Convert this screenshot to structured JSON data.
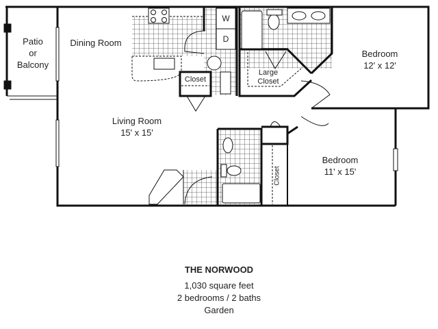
{
  "plan": {
    "rooms": {
      "patio": {
        "name": "Patio\nor\nBalcony",
        "line1": "Patio",
        "line2": "or",
        "line3": "Balcony"
      },
      "dining": {
        "name": "Dining Room"
      },
      "living": {
        "name": "Living Room",
        "dims": "15' x 15'"
      },
      "bedroom1": {
        "name": "Bedroom",
        "dims": "12' x 12'"
      },
      "bedroom2": {
        "name": "Bedroom",
        "dims": "11' x 15'"
      },
      "large_closet": {
        "line1": "Large",
        "line2": "Closet"
      },
      "closet_kitchen": {
        "name": "Closet"
      },
      "closet_bedroom2": {
        "name": "Closet"
      }
    },
    "appliances": {
      "washer": "W",
      "dryer": "D"
    }
  },
  "caption": {
    "title": "THE NORWOOD",
    "area": "1,030 square feet",
    "beds_baths": "2 bedrooms / 2 baths",
    "type": "Garden"
  }
}
